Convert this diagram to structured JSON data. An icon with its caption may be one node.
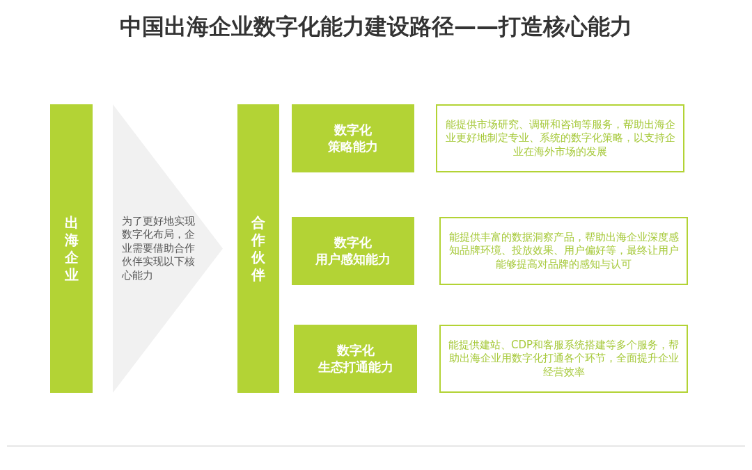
{
  "diagram": {
    "title": "中国出海企业数字化能力建设路径——打造核心能力",
    "nodes": [
      {
        "text": [
          "出海企业"
        ]
      },
      {
        "text": [
          "为了更好地实现数字化布局，企业需要借助合作伙伴实现以下核心能力"
        ]
      },
      {
        "text": [
          "合作伙伴"
        ]
      },
      {
        "text": [
          "数字化",
          "策略能力"
        ]
      },
      {
        "text": [
          "能提供市场研究、调研和咨询等服务，帮助出海企业更好地制定专业、系统的数字化策略，以支持企业在海外市场的发展"
        ]
      },
      {
        "text": [
          "数字化",
          "用户感知能力"
        ]
      },
      {
        "text": [
          "能提供丰富的数据洞察产品，帮助出海企业深度感知品牌环境、投放效果、用户偏好等，最终让用户能够提高对品牌的感知与认可"
        ]
      },
      {
        "text": [
          "数字化",
          "生态打通能力"
        ]
      },
      {
        "text": [
          "能提供建站、CDP和客服系统搭建等多个服务，帮助出海企业用数字化打通各个环节，全面提升企业经营效率"
        ]
      }
    ]
  }
}
